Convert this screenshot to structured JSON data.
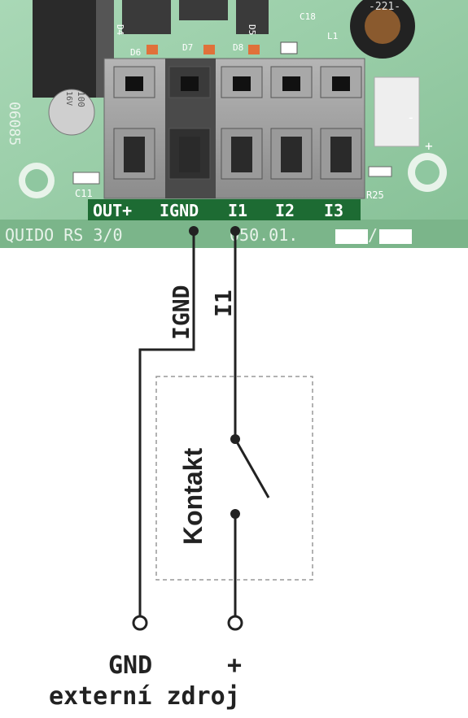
{
  "board": {
    "name_label": "QUIDO RS 3/0",
    "code_partial": "050.01.",
    "serial_vertical": "06085",
    "ic_label": "-221-",
    "capacitor_value": "100",
    "capacitor_voltage": "16V",
    "component_labels": {
      "c18": "C18",
      "l1": "L1",
      "d4": "D4",
      "d5": "D5",
      "d6": "D6",
      "d7": "D7",
      "d8": "D8",
      "c11": "C11",
      "r25": "R25",
      "minus": "-",
      "plus": "+"
    },
    "terminals": [
      "OUT+",
      "IGND",
      "I1",
      "I2",
      "I3"
    ],
    "colors": {
      "pcb": "#8fc7a0",
      "pcb_dark": "#1d6b33",
      "terminal": "#9a9a9a",
      "terminal_highlight": "#4a4a4a",
      "silkscreen": "#e8f3ea"
    }
  },
  "diagram": {
    "wire_label_ignd": "IGND",
    "wire_label_i1": "I1",
    "contact_label": "Kontakt",
    "bottom_gnd": "GND",
    "bottom_plus": "+",
    "bottom_caption": "externí zdroj"
  }
}
